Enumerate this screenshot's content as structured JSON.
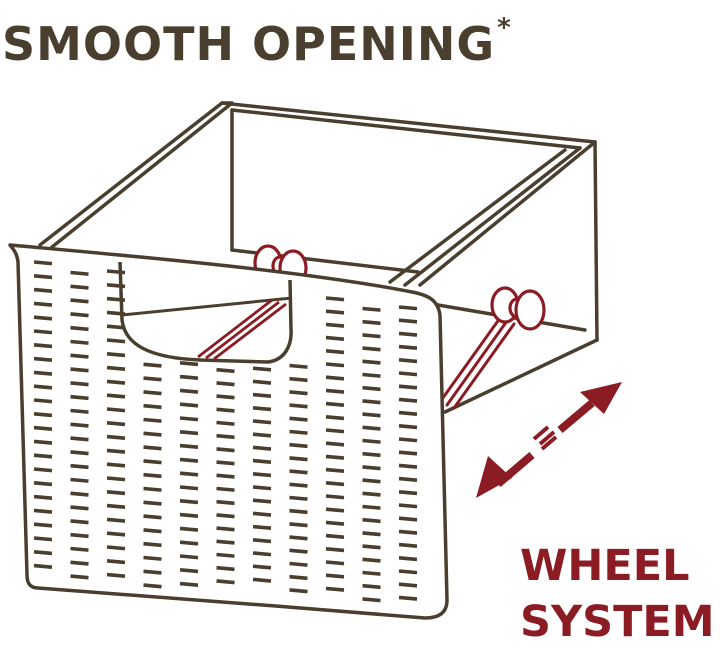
{
  "title": {
    "text": "SMOOTH OPENING",
    "asterisk": "*"
  },
  "label": {
    "line1": "WHEEL",
    "line2": "SYSTEM"
  },
  "colors": {
    "outline": "#4a3f2e",
    "accent": "#8c1c24",
    "background": "#ffffff"
  }
}
